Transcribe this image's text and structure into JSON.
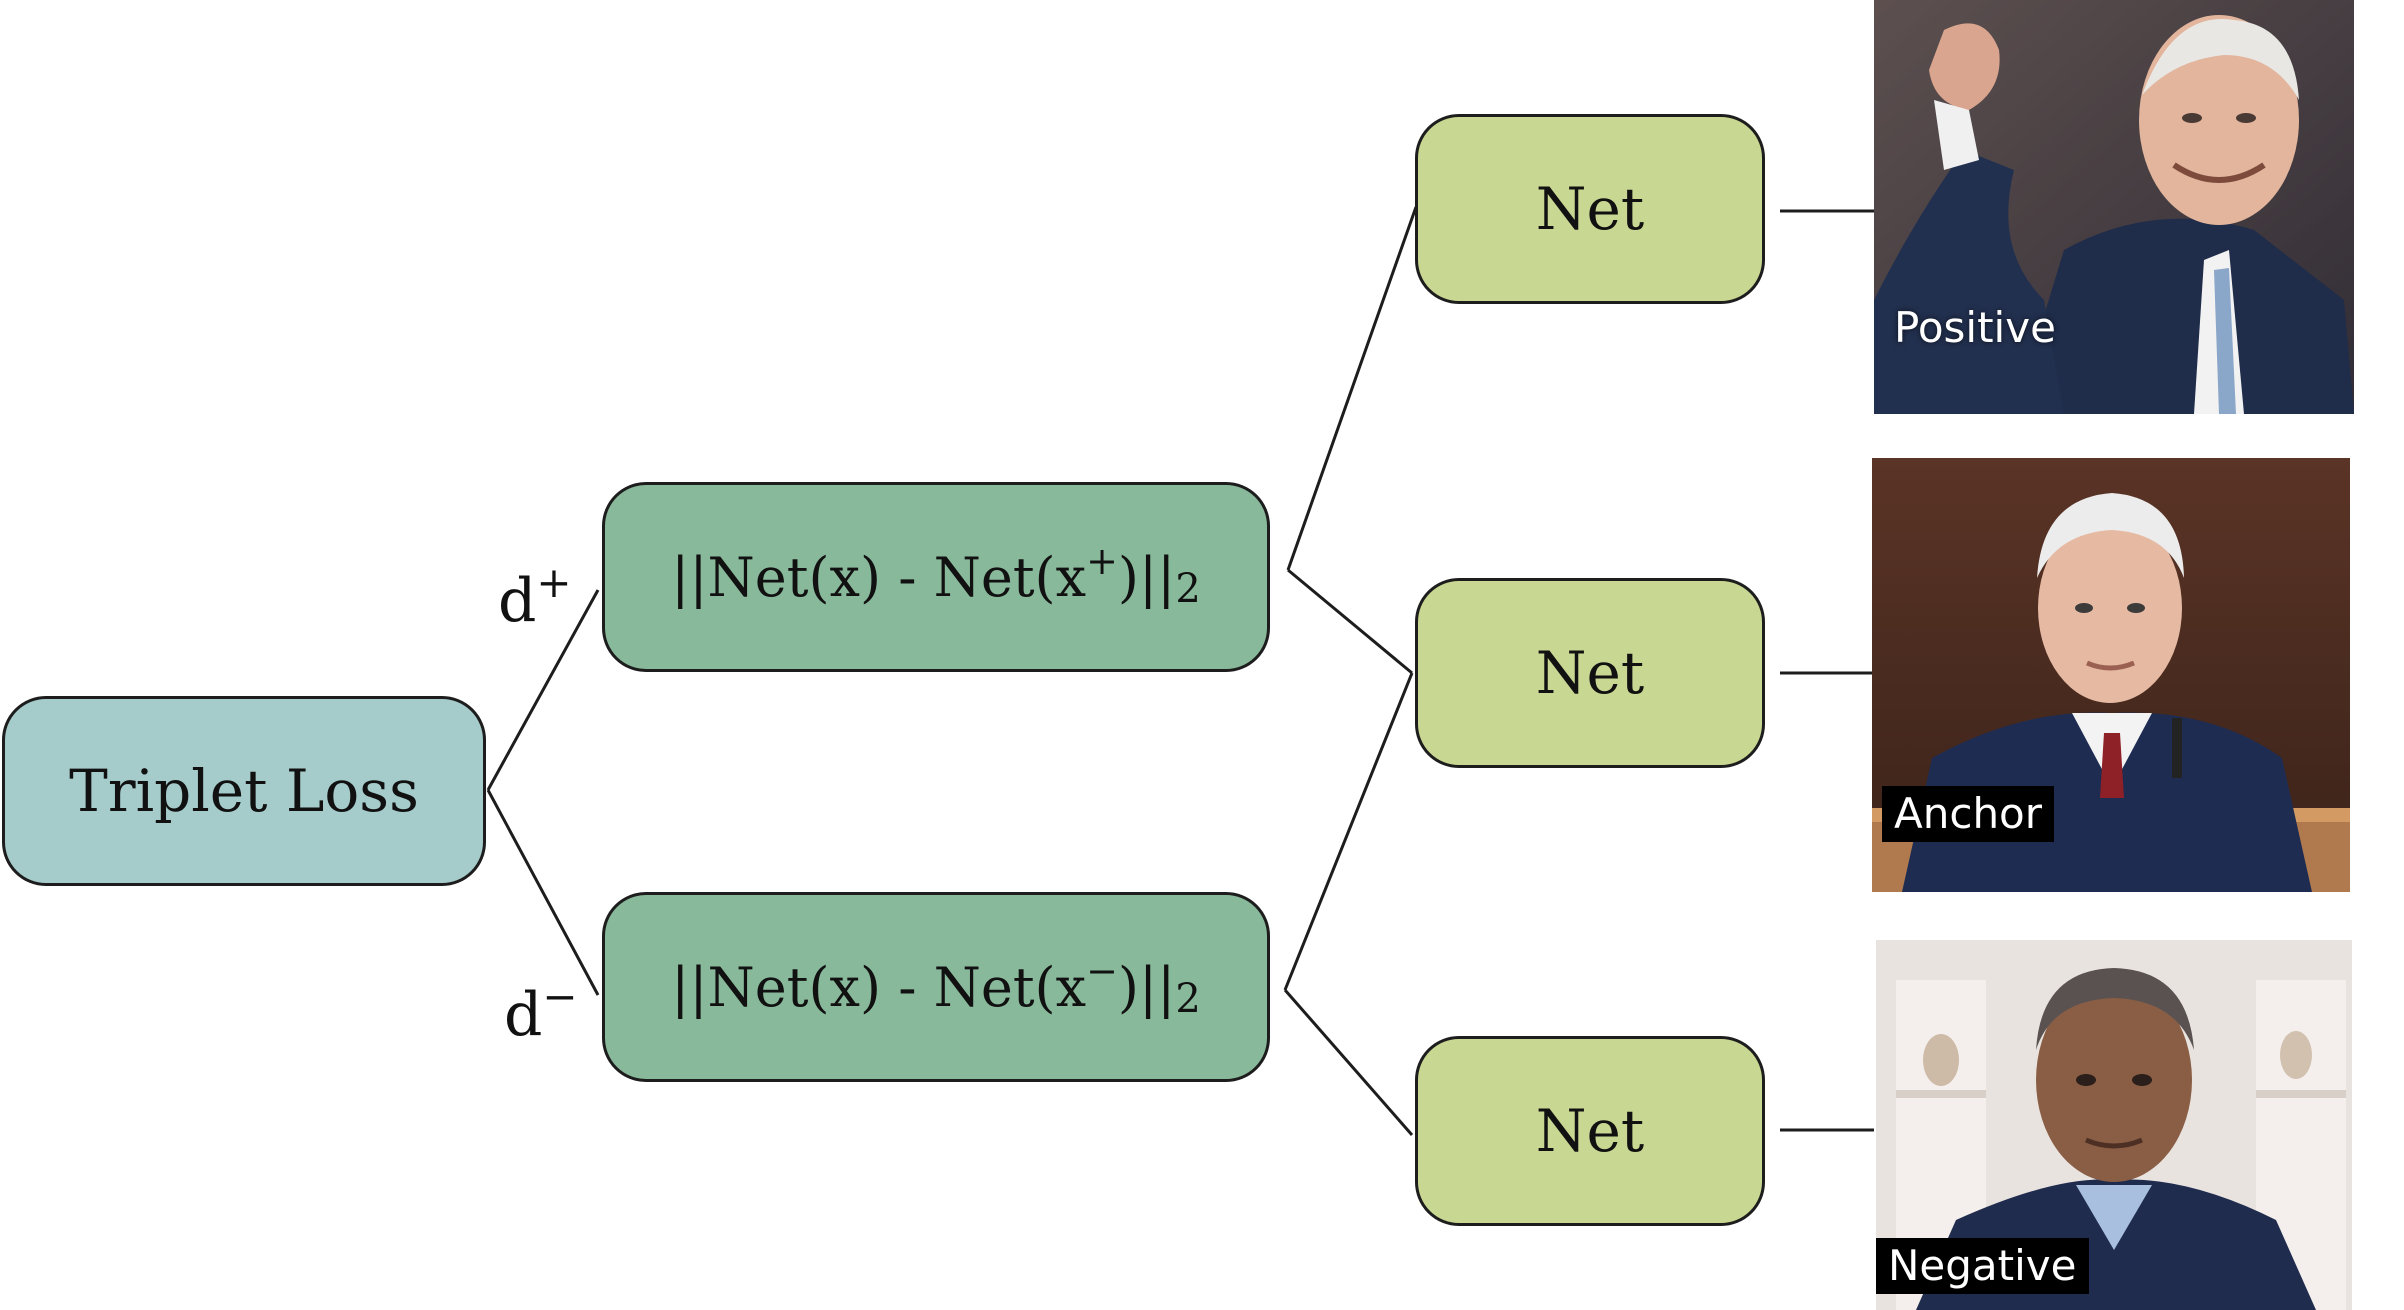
{
  "loss": {
    "label": "Triplet Loss"
  },
  "distances": {
    "positive": {
      "label": "d",
      "sign": "+",
      "expr_pre": "||Net(x) - Net(x",
      "expr_sign": "+",
      "expr_post": ")||",
      "expr_sub": "2"
    },
    "negative": {
      "label": "d",
      "sign": "−",
      "expr_pre": "||Net(x) - Net(x",
      "expr_sign": "−",
      "expr_post": ")||",
      "expr_sub": "2"
    }
  },
  "nets": [
    {
      "label": "Net"
    },
    {
      "label": "Net"
    },
    {
      "label": "Net"
    }
  ],
  "images": [
    {
      "tag": "Positive"
    },
    {
      "tag": "Anchor"
    },
    {
      "tag": "Negative"
    }
  ],
  "colors": {
    "loss_box": "#a5cbcb",
    "distance_box": "#89b99b",
    "net_box": "#c8d792",
    "line": "#1d1d1d"
  }
}
